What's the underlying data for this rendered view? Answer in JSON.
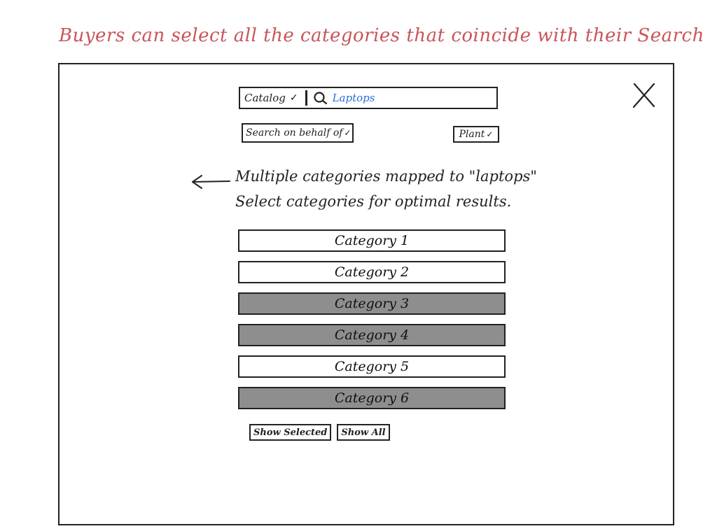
{
  "caption": "Buyers can select all the categories that coincide with their Search",
  "search": {
    "catalog_label": "Catalog",
    "query": "Laptops"
  },
  "behalf": {
    "label": "Search on behalf of"
  },
  "plant": {
    "label": "Plant"
  },
  "info": {
    "line1": "Multiple categories mapped to \"laptops\"",
    "line2": "Select categories for optimal results."
  },
  "categories": [
    {
      "label": "Category 1",
      "selected": false
    },
    {
      "label": "Category 2",
      "selected": false
    },
    {
      "label": "Category 3",
      "selected": true
    },
    {
      "label": "Category 4",
      "selected": true
    },
    {
      "label": "Category 5",
      "selected": false
    },
    {
      "label": "Category 6",
      "selected": true
    }
  ],
  "buttons": {
    "show_selected": "Show Selected",
    "show_all": "Show All"
  },
  "icons": {
    "close": "close-icon",
    "search": "search-icon",
    "back": "back-arrow-icon",
    "chevron": "chevron-down-icon"
  },
  "colors": {
    "caption": "#c8555a",
    "query": "#2a6fd6",
    "selected_fill": "#8e8e8e"
  }
}
